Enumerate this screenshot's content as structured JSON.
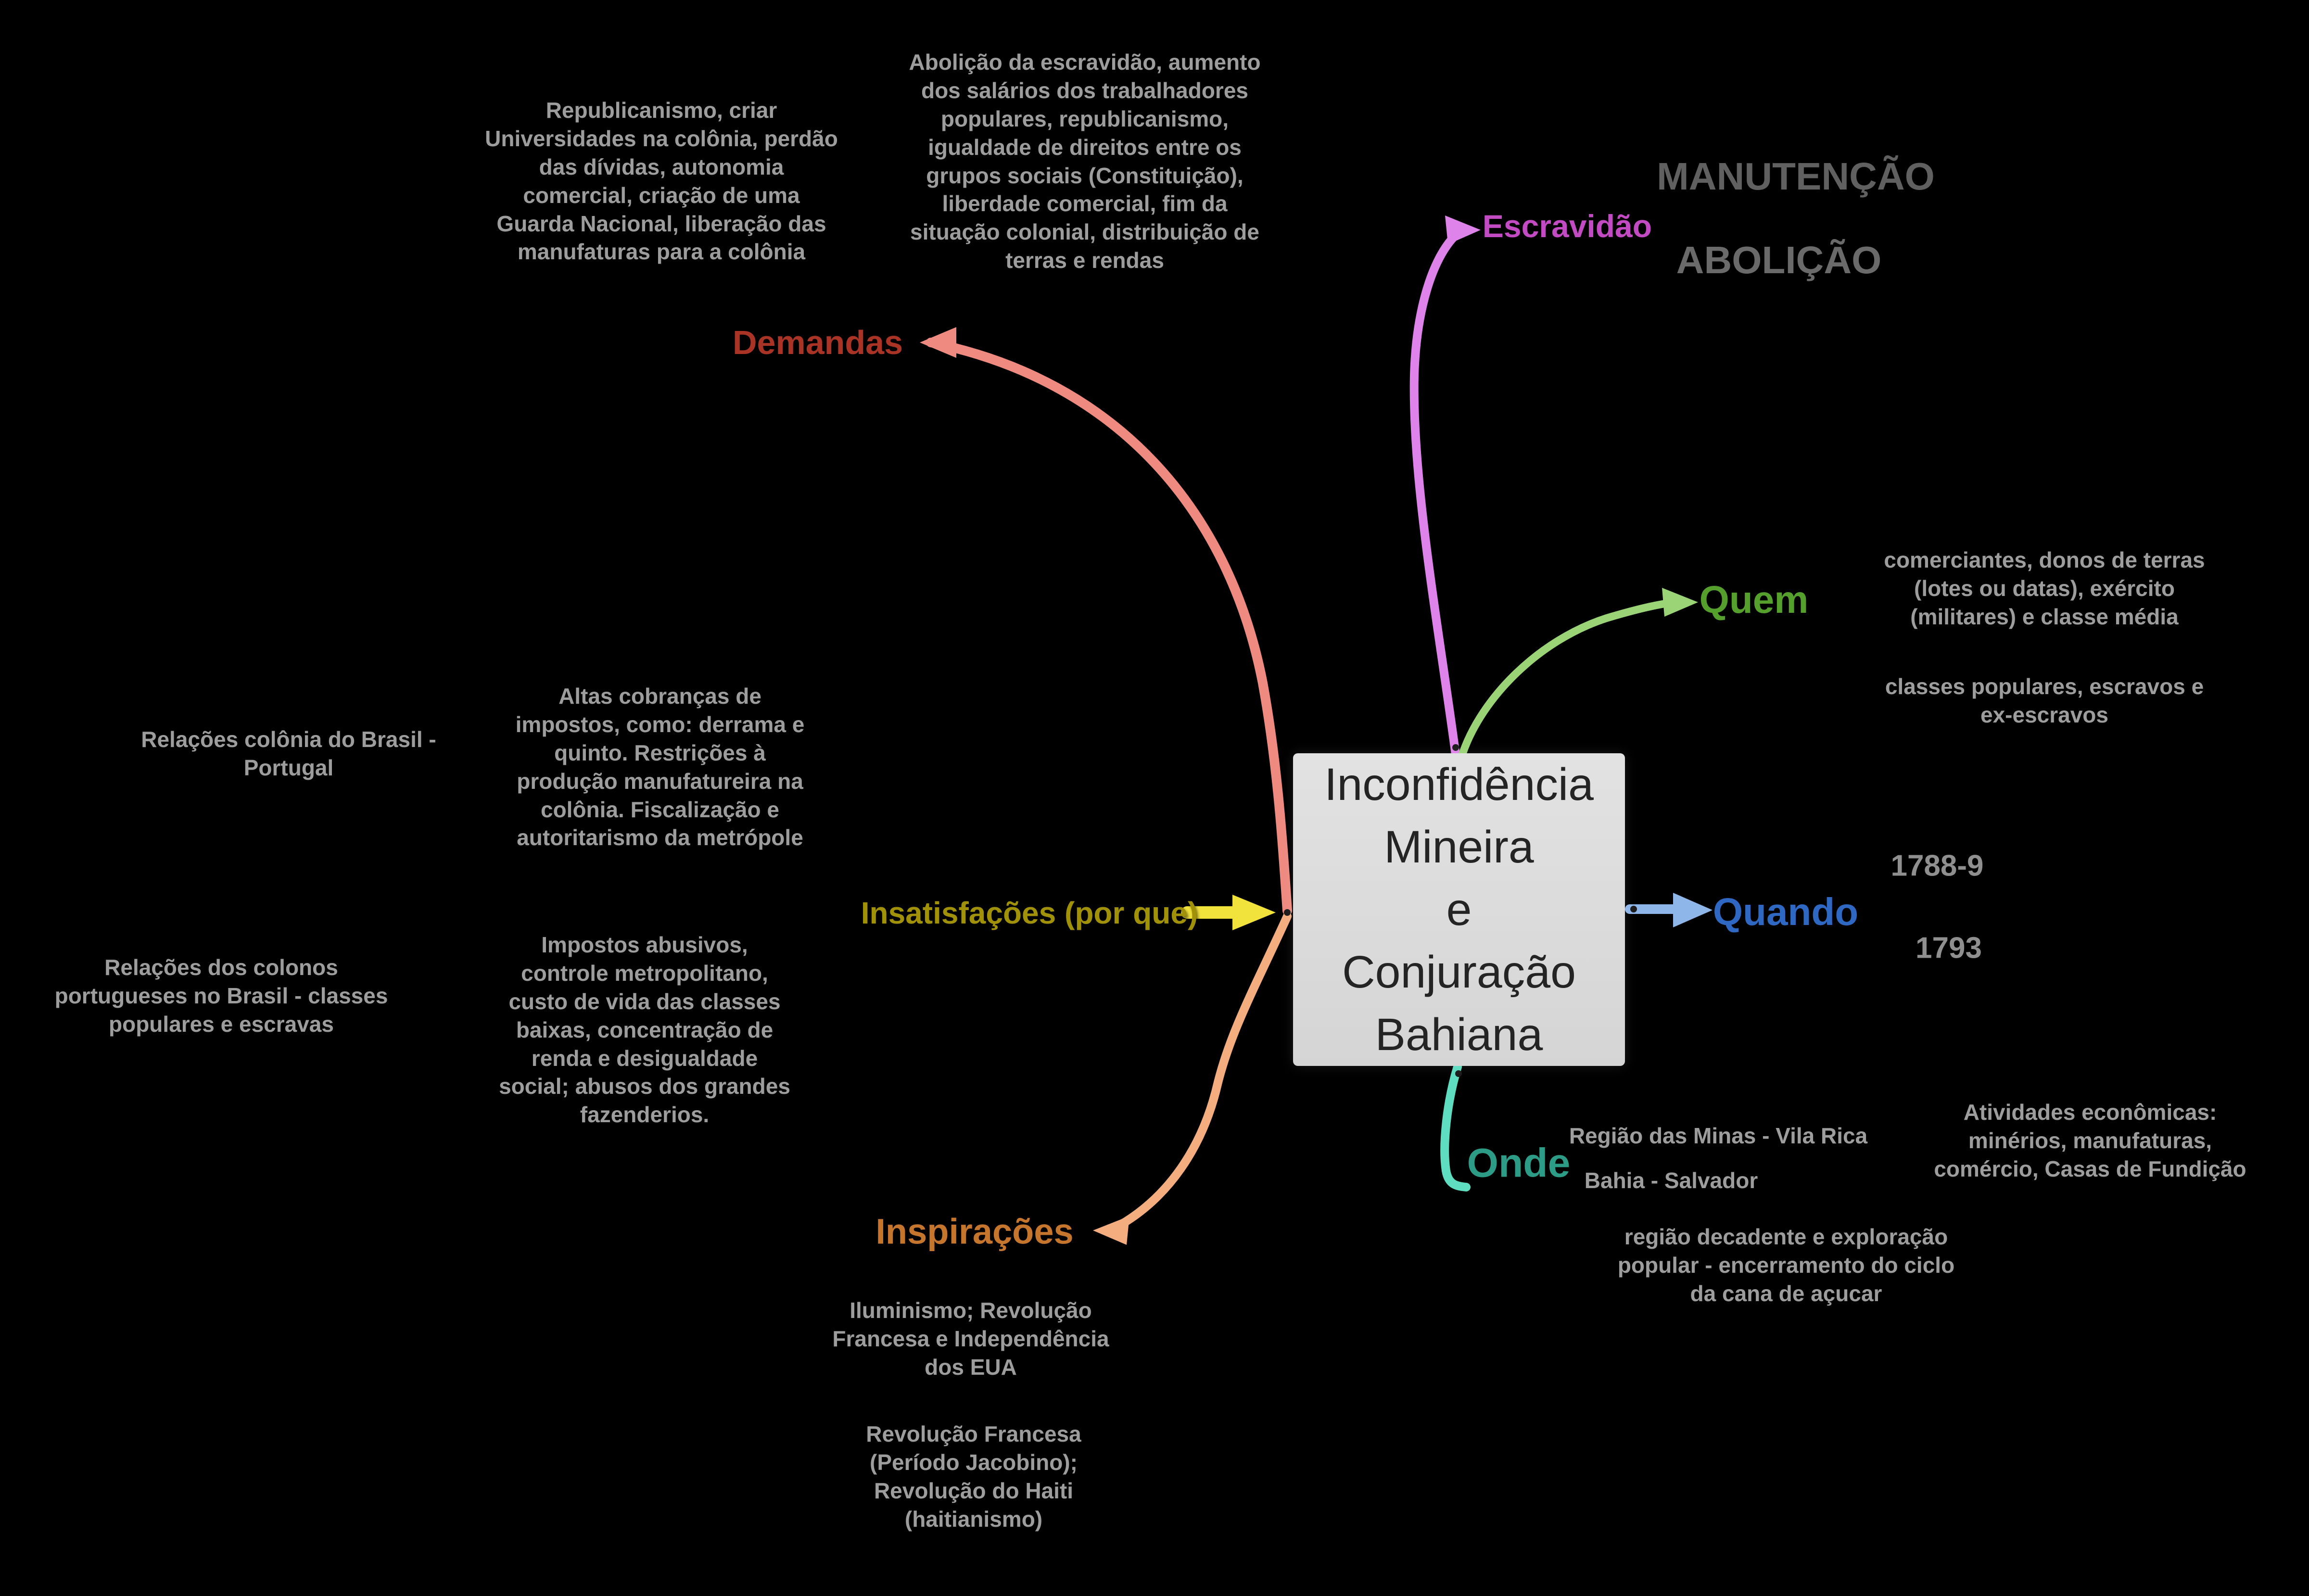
{
  "background": "#000000",
  "center": {
    "lines": [
      "Inconfidência",
      "Mineira",
      "e",
      "Conjuração",
      "Bahiana"
    ],
    "bg_color": "#dcdcdc",
    "text_color": "#242424"
  },
  "note_color": "#9d9d9d",
  "branches": {
    "demandas": {
      "label": "Demandas",
      "label_color": "#a93425",
      "curve_color": "#ee8a80",
      "note": "Republicanismo, criar Universidades na colônia, perdão das dívidas, autonomia comercial, criação de uma Guarda Nacional, liberação das manufaturas para a colônia"
    },
    "escravidao": {
      "label": "Escravidão",
      "label_color": "#c24ac2",
      "curve_color": "#de83ea",
      "note": "Abolição da escravidão, aumento dos salários dos trabalhadores populares, republicanismo, igualdade de direitos entre os grupos sociais (Constituição), liberdade comercial, fim da situação colonial, distribuição de terras e rendas",
      "sublabel_manutencao": "MANUTENÇÃO",
      "sublabel_abolicao": "ABOLIÇÃO",
      "sublabel_manutencao_color": "#606060",
      "sublabel_abolicao_color": "#6a6a6a"
    },
    "quem": {
      "label": "Quem",
      "label_color": "#55a02c",
      "curve_color": "#9bd477",
      "notes": [
        "comerciantes, donos de terras (lotes ou datas), exército (militares) e classe média",
        "classes populares, escravos e ex-escravos"
      ]
    },
    "quando": {
      "label": "Quando",
      "label_color": "#2e68c2",
      "curve_color": "#8fb6e9",
      "notes": [
        "1788-9",
        "1793"
      ],
      "dates_color": "#8f8f8f"
    },
    "onde": {
      "label": "Onde",
      "label_color": "#2d9c87",
      "curve_color": "#5eddc0",
      "notes": [
        "Região das Minas - Vila Rica",
        "Bahia - Salvador",
        "Atividades econômicas: minérios, manufaturas, comércio, Casas de Fundição",
        "região decadente e exploração popular - encerramento do ciclo da cana de açucar"
      ]
    },
    "insatisfacoes": {
      "label": "Insatisfações (por que)",
      "label_color": "#a09109",
      "arrow_color": "#f2e23c",
      "notes": [
        "Relações colônia do Brasil - Portugal",
        "Relações dos colonos portugueses no Brasil - classes populares e escravas",
        "Altas cobranças de impostos, como: derrama e quinto. Restrições à produção manufatureira na colônia. Fiscalização e autoritarismo da metrópole",
        "Impostos abusivos, controle metropolitano, custo de vida das classes baixas, concentração de renda e desigualdade social; abusos dos grandes fazenderios."
      ]
    },
    "inspiracoes": {
      "label": "Inspirações",
      "label_color": "#c5752c",
      "curve_color": "#f3ad7e",
      "notes": [
        "Iluminismo; Revolução Francesa e Independência dos EUA",
        "Revolução Francesa (Período Jacobino); Revolução do Haiti (haitianismo)"
      ]
    }
  }
}
